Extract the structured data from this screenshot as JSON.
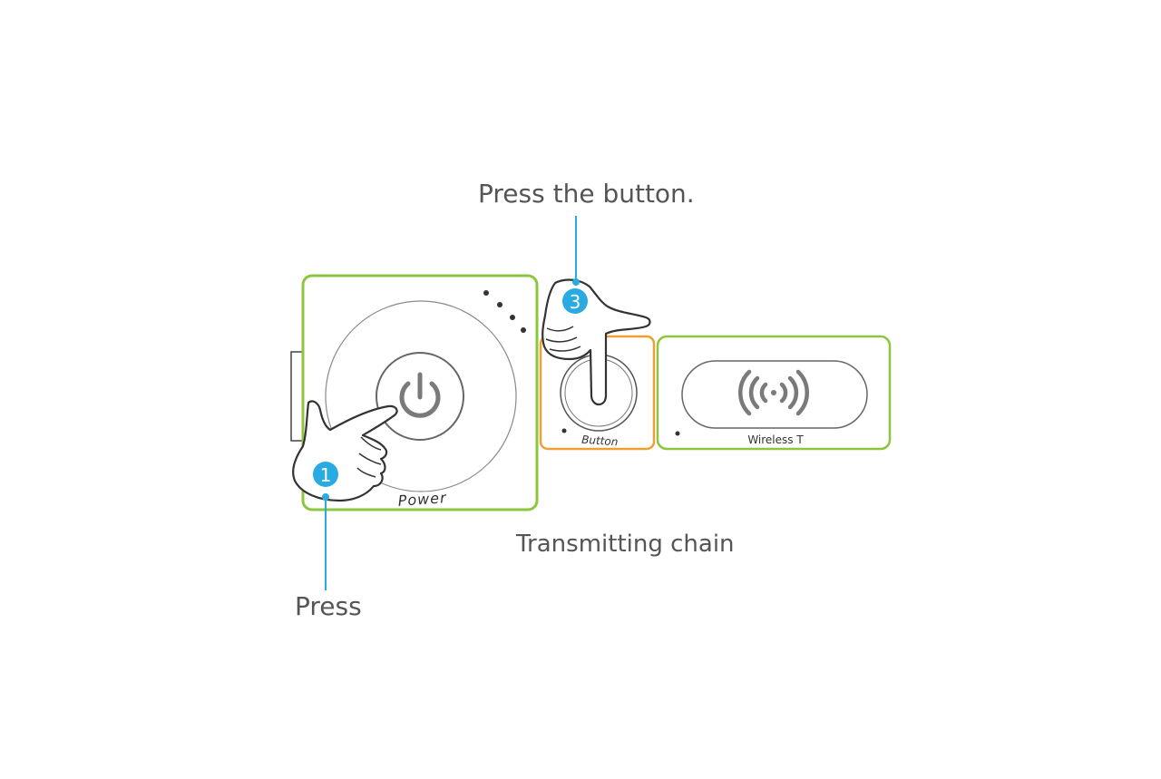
{
  "captions": {
    "press_button": "Press the button.",
    "chain": "Transmitting chain",
    "press": "Press"
  },
  "modules": {
    "power": {
      "label": "Power",
      "border_color": "#8cc63f"
    },
    "button": {
      "label": "Button",
      "border_color": "#f0a030"
    },
    "wireless": {
      "label": "Wireless T",
      "border_color": "#8cc63f"
    }
  },
  "steps": {
    "one": "1",
    "three": "3"
  },
  "colors": {
    "callout": "#29abe2",
    "icon": "#7a7a7a",
    "outline": "#333333"
  }
}
